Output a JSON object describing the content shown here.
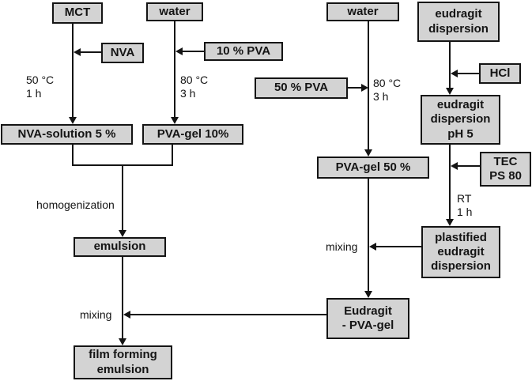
{
  "diagram": {
    "title": "film forming emulsion preparation flowchart",
    "colors": {
      "background": "#ffffff",
      "box_fill": "#d3d3d3",
      "box_border": "#141414",
      "line": "#141414",
      "text": "#141414"
    },
    "nodes": {
      "mct": {
        "label": "MCT"
      },
      "water_left": {
        "label": "water"
      },
      "nva": {
        "label": "NVA"
      },
      "pva10": {
        "label": "10 % PVA"
      },
      "nva_solution": {
        "label": "NVA-solution 5 %"
      },
      "pva_gel_10": {
        "label": "PVA-gel 10%"
      },
      "emulsion": {
        "label": "emulsion"
      },
      "film_forming": {
        "lines": [
          "film forming",
          "emulsion"
        ]
      },
      "water_right": {
        "label": "water"
      },
      "pva50": {
        "label": "50 % PVA"
      },
      "pva_gel_50": {
        "label": "PVA-gel 50 %"
      },
      "eudragit_pva_gel": {
        "lines": [
          "Eudragit",
          "- PVA-gel"
        ]
      },
      "eudragit_dispersion": {
        "lines": [
          "eudragit",
          "dispersion"
        ]
      },
      "hcl": {
        "label": "HCl"
      },
      "eudragit_ph5": {
        "lines": [
          "eudragit",
          "dispersion",
          "pH 5"
        ]
      },
      "tec": {
        "lines": [
          "TEC",
          "PS 80"
        ]
      },
      "plastified": {
        "lines": [
          "plastified",
          "eudragit",
          "dispersion"
        ]
      }
    },
    "annotations": {
      "cond_mct": {
        "lines": [
          "50 °C",
          "1 h"
        ]
      },
      "cond_water_left": {
        "lines": [
          "80 °C",
          "3 h"
        ]
      },
      "cond_water_right": {
        "lines": [
          "80 °C",
          "3 h"
        ]
      },
      "cond_tec": {
        "lines": [
          "RT",
          "1 h"
        ]
      },
      "homogenization": "homogenization",
      "mixing_left": "mixing",
      "mixing_right": "mixing"
    }
  }
}
